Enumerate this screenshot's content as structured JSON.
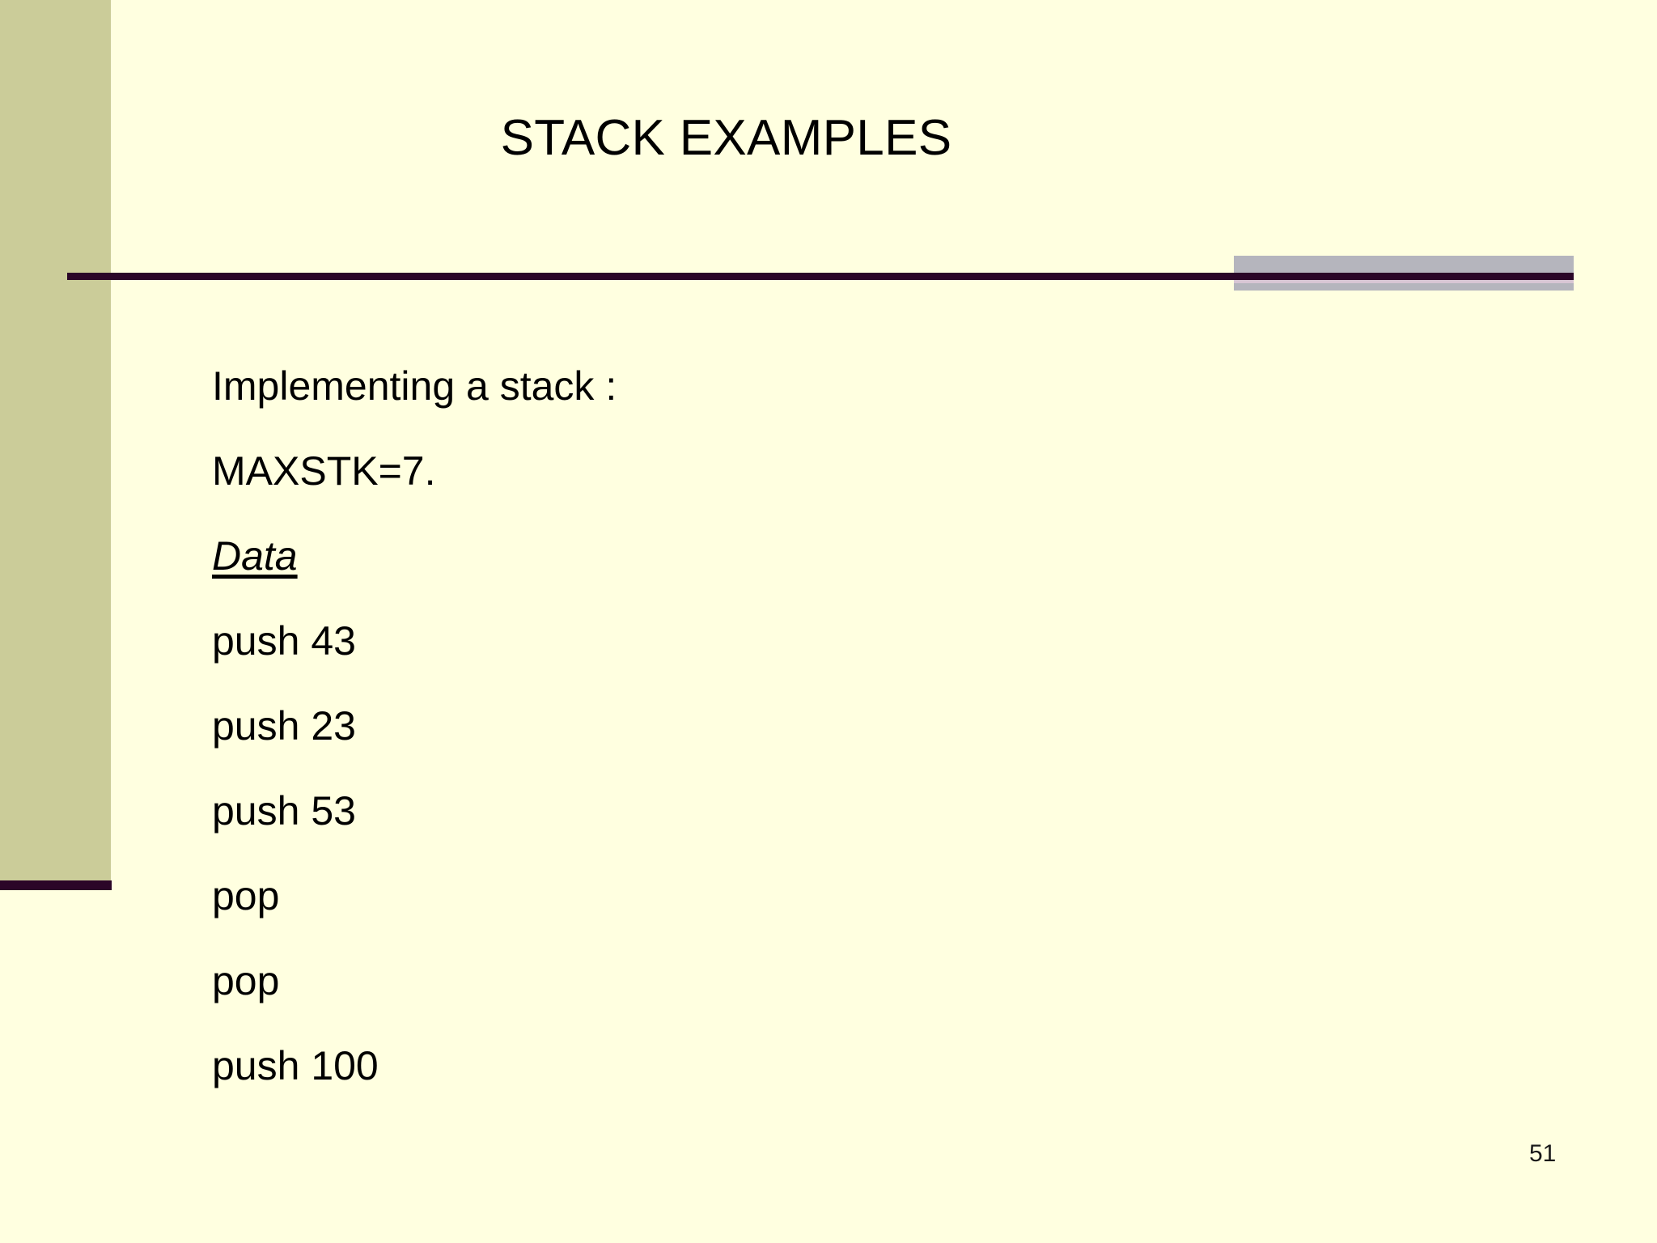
{
  "slide": {
    "title": "STACK EXAMPLES",
    "page_number": "51",
    "colors": {
      "background": "#FFFFE0",
      "sidebar_band": "#CBCC99",
      "rule": "#2B0628",
      "gray_block": "#B5B5BD",
      "text": "#000000"
    },
    "body_lines": [
      {
        "text": "Implementing a stack :",
        "style": "plain"
      },
      {
        "text": "MAXSTK=7.",
        "style": "plain"
      },
      {
        "text": "Data",
        "style": "italic-underline"
      },
      {
        "text": "push 43",
        "style": "plain"
      },
      {
        "text": "push 23",
        "style": "plain"
      },
      {
        "text": "push 53",
        "style": "plain"
      },
      {
        "text": "pop",
        "style": "plain"
      },
      {
        "text": "pop",
        "style": "plain"
      },
      {
        "text": "push 100",
        "style": "plain"
      }
    ]
  }
}
